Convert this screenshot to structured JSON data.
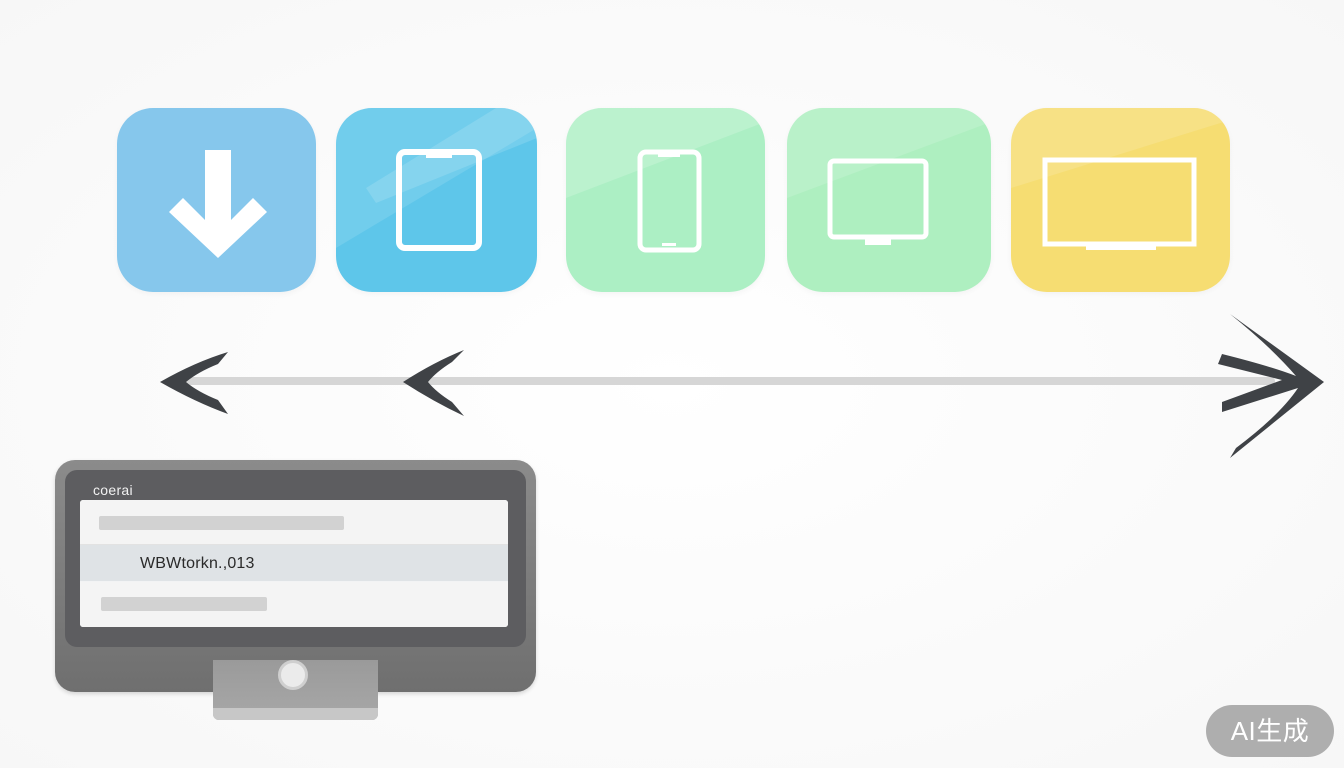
{
  "colors": {
    "download_tile": "#86c7ec",
    "tablet_tile": "#5ec6ea",
    "phone_tile": "#acefc4",
    "laptop_tile": "#aeefc0",
    "tv_tile": "#f6dd72",
    "timeline_line": "#d6d6d6",
    "chevron": "#3f4246"
  },
  "tiles": [
    {
      "icon": "download-arrow-icon"
    },
    {
      "icon": "tablet-icon"
    },
    {
      "icon": "phone-icon"
    },
    {
      "icon": "laptop-icon"
    },
    {
      "icon": "tv-icon"
    }
  ],
  "monitor": {
    "label": "coerai",
    "row_text": "WBWtorkn.,013"
  },
  "badge": {
    "text": "AI生成"
  }
}
